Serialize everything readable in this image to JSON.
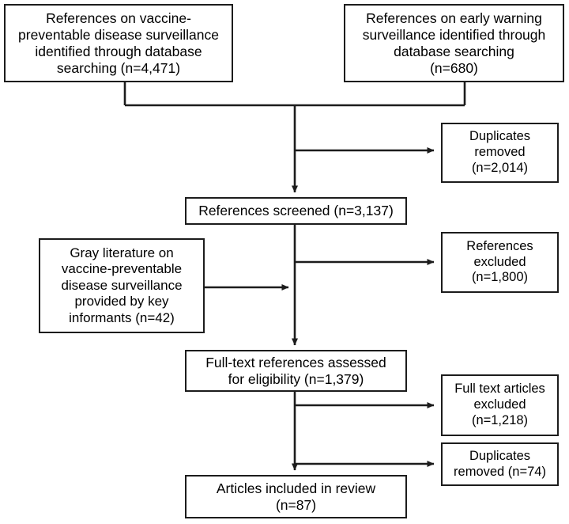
{
  "diagram": {
    "title": "PRISMA study selection flow diagram",
    "type": "flowchart",
    "colors": {
      "stroke": "#1c1c1c",
      "fill": "#ffffff",
      "text": "#000000"
    },
    "nodes": {
      "db_vpd": {
        "label": "References on vaccine-\npreventable disease surveillance\nidentified through database\nsearching (n=4,471)",
        "count": "4,471"
      },
      "db_ews": {
        "label": "References on early warning\nsurveillance identified through\ndatabase searching\n(n=680)",
        "count": "680"
      },
      "duplicates_removed_1": {
        "label": "Duplicates\nremoved\n(n=2,014)",
        "count": "2,014"
      },
      "references_screened": {
        "label": "References screened (n=3,137)",
        "count": "3,137"
      },
      "gray_literature": {
        "label": "Gray literature on\nvaccine-preventable\ndisease surveillance\nprovided by key\ninformants (n=42)",
        "count": "42"
      },
      "references_excluded": {
        "label": "References\nexcluded\n(n=1,800)",
        "count": "1,800"
      },
      "fulltext_assessed": {
        "label": "Full-text references assessed\nfor eligibility (n=1,379)",
        "count": "1,379"
      },
      "fulltext_excluded": {
        "label": "Full text articles\nexcluded\n(n=1,218)",
        "count": "1,218"
      },
      "duplicates_removed_2": {
        "label": "Duplicates\nremoved (n=74)",
        "count": "74"
      },
      "articles_included": {
        "label": "Articles included in review\n(n=87)",
        "count": "87"
      }
    }
  },
  "chart_data": {
    "type": "diagram",
    "title": "PRISMA study selection flow diagram",
    "stages": [
      {
        "stage": "Identification (database, vaccine-preventable disease surveillance)",
        "n": 4471
      },
      {
        "stage": "Identification (database, early warning surveillance)",
        "n": 680
      },
      {
        "stage": "Duplicates removed",
        "n": 2014
      },
      {
        "stage": "References screened",
        "n": 3137
      },
      {
        "stage": "Gray literature from key informants",
        "n": 42
      },
      {
        "stage": "References excluded",
        "n": 1800
      },
      {
        "stage": "Full-text references assessed for eligibility",
        "n": 1379
      },
      {
        "stage": "Full text articles excluded",
        "n": 1218
      },
      {
        "stage": "Duplicates removed (full text)",
        "n": 74
      },
      {
        "stage": "Articles included in review",
        "n": 87
      }
    ]
  }
}
